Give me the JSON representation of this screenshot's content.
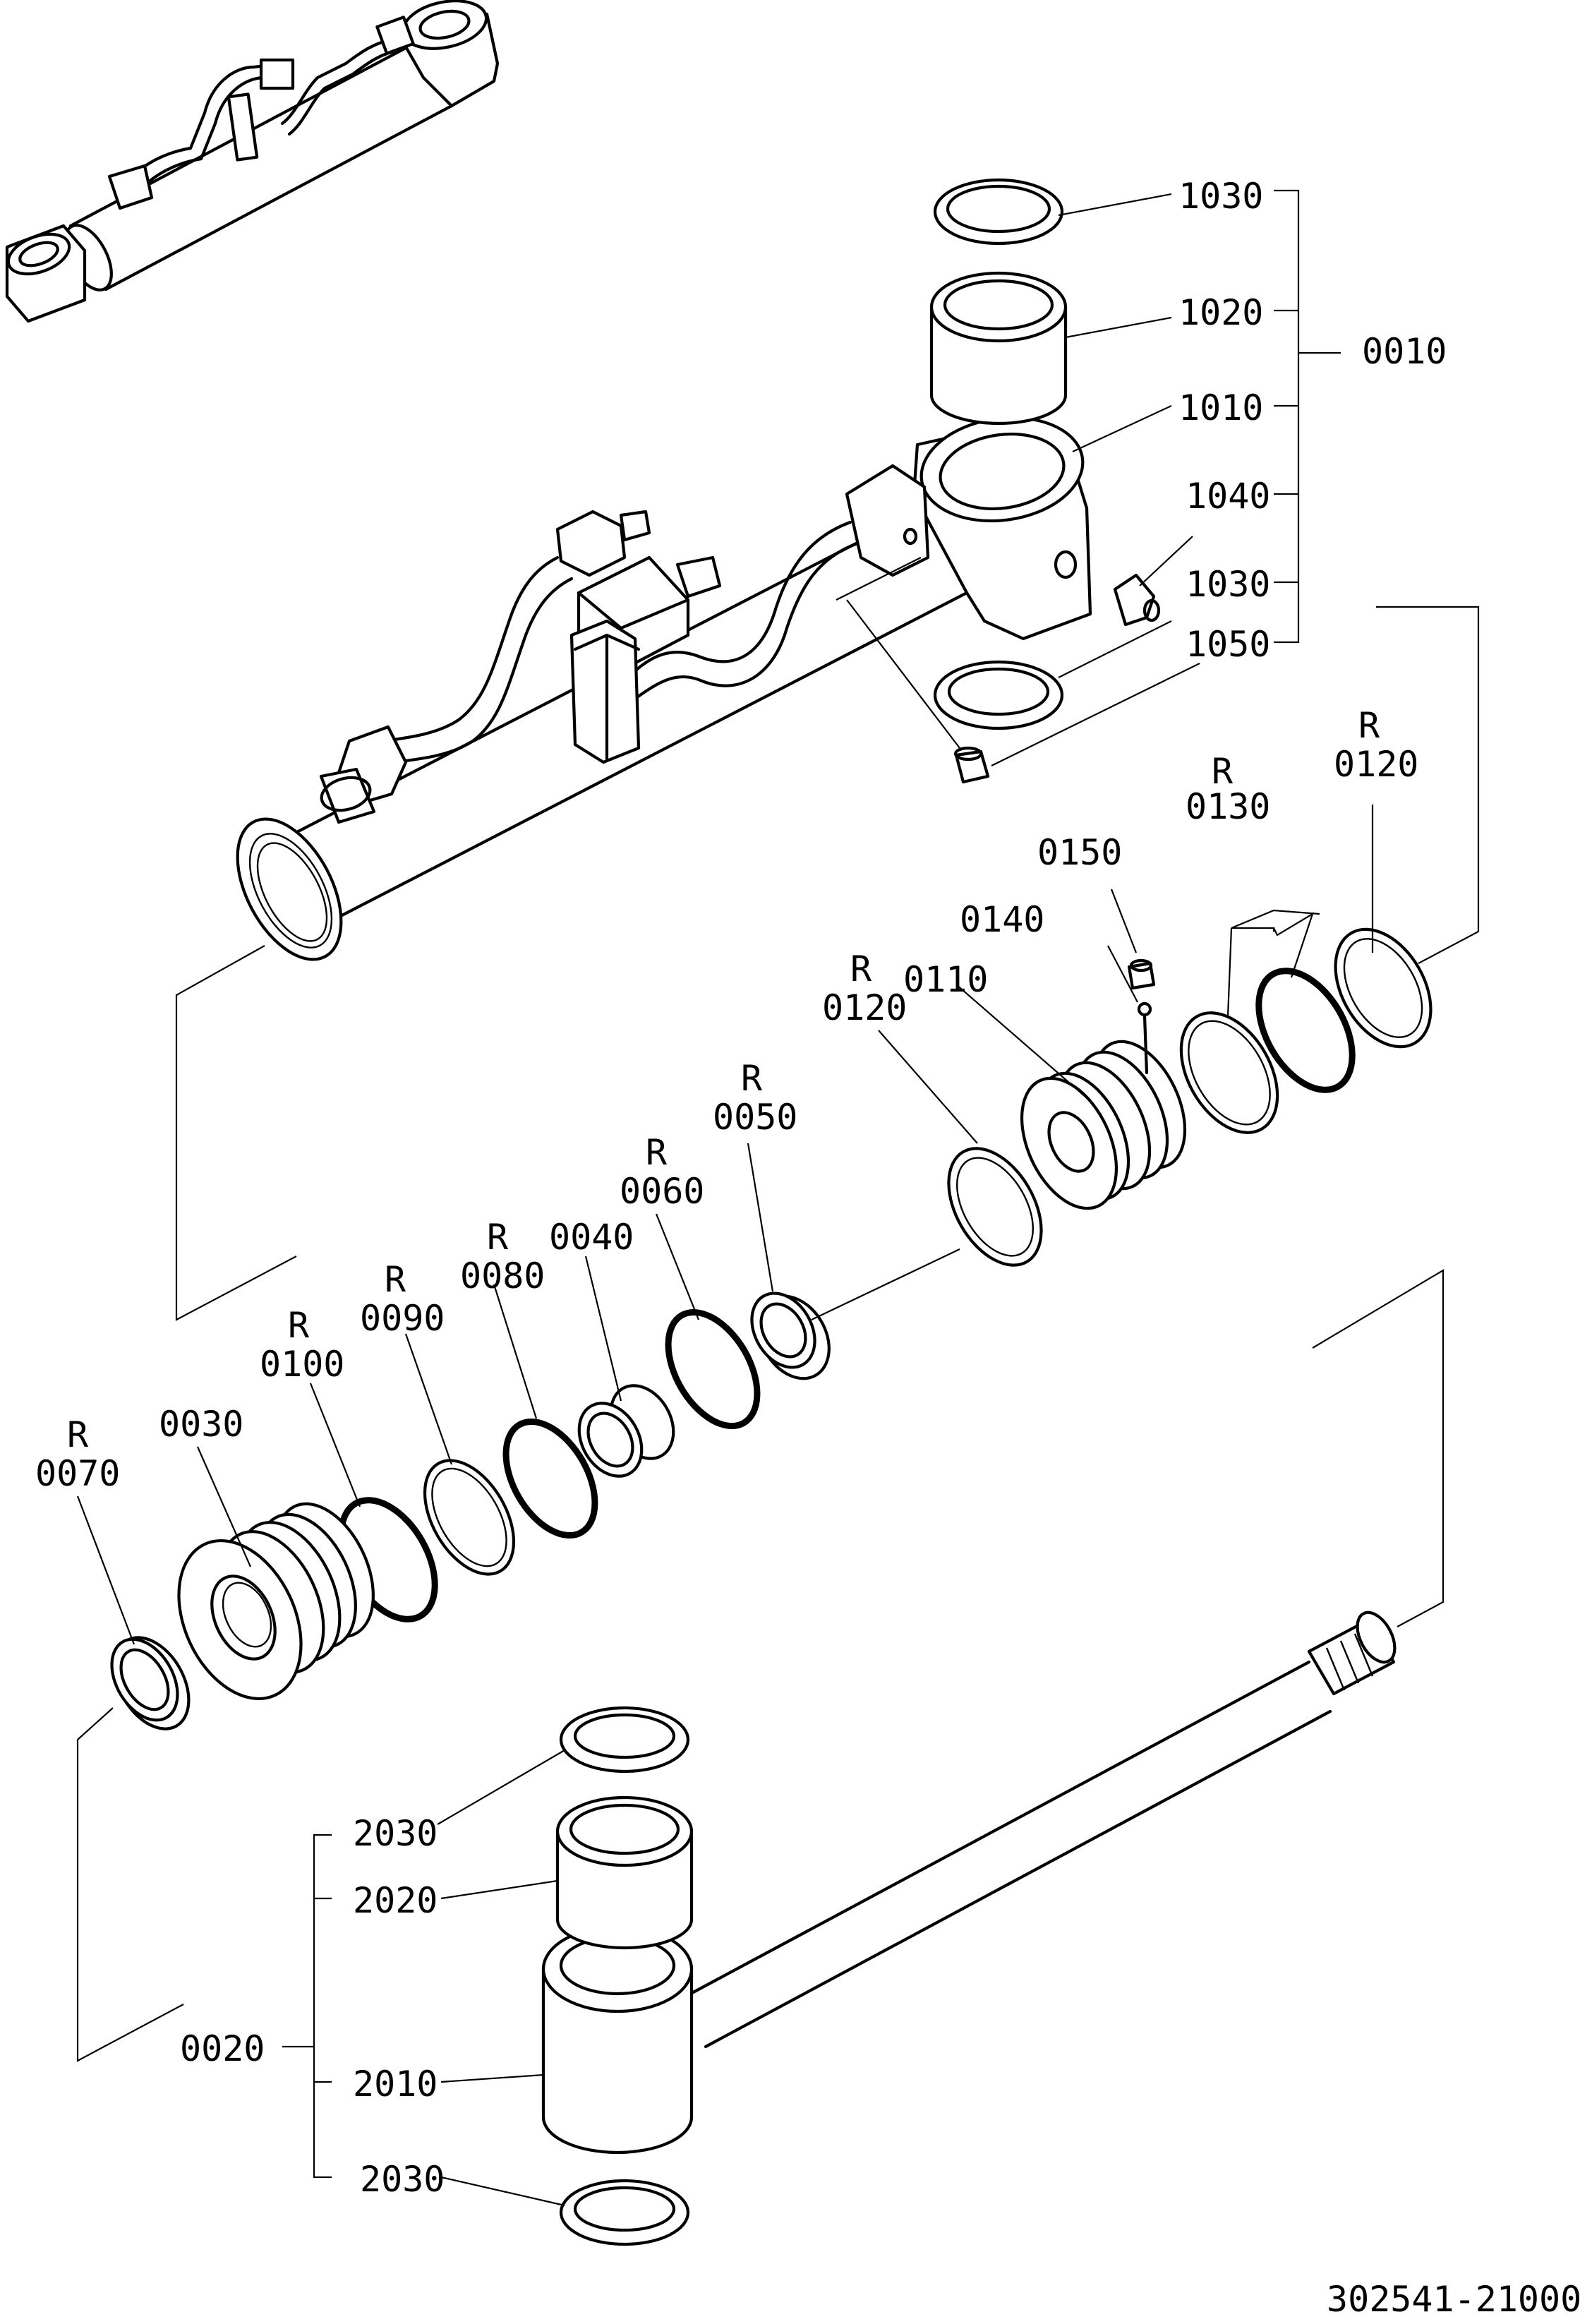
{
  "drawing_number": "302541-21000",
  "labels": {
    "p1030_top": "1030",
    "p1020": "1020",
    "p1010": "1010",
    "p0010": "0010",
    "p1040": "1040",
    "p1030_mid": "1030",
    "p1050": "1050",
    "r0120_right_r": "R",
    "r0120_right_num": "0120",
    "r0130_r": "R",
    "r0130_num": "0130",
    "p0150": "0150",
    "p0140": "0140",
    "p0110": "0110",
    "r0120_left_r": "R",
    "r0120_left_num": "0120",
    "r0050_r": "R",
    "r0050_num": "0050",
    "r0060_r": "R",
    "r0060_num": "0060",
    "p0040": "0040",
    "r0080_r": "R",
    "r0080_num": "0080",
    "r0090_r": "R",
    "r0090_num": "0090",
    "r0100_r": "R",
    "r0100_num": "0100",
    "p0030": "0030",
    "r0070_r": "R",
    "r0070_num": "0070",
    "p2030_top": "2030",
    "p2020": "2020",
    "p0020": "0020",
    "p2010": "2010",
    "p2030_bot": "2030"
  }
}
